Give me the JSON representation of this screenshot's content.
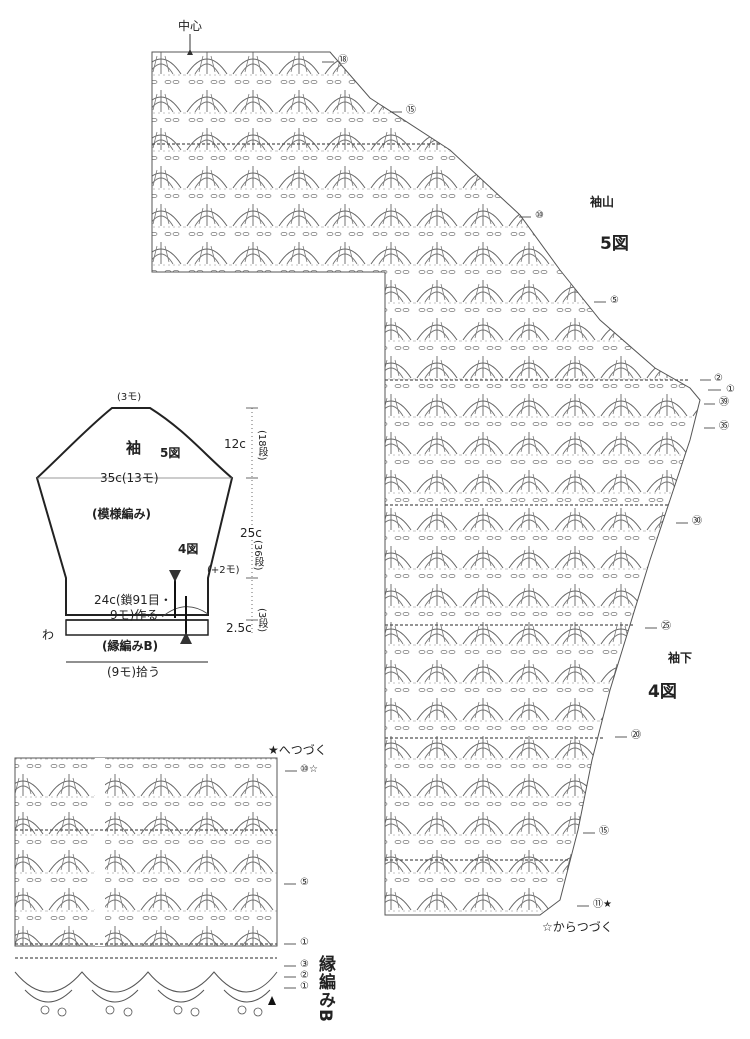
{
  "chart_top": {
    "center_label": "中心",
    "row_markers": [
      {
        "n": "⑱"
      },
      {
        "n": "⑮"
      },
      {
        "n": "⑩"
      },
      {
        "n": "⑤"
      },
      {
        "n": "②"
      },
      {
        "n": "①"
      },
      {
        "n": "㊴"
      },
      {
        "n": "㉟"
      },
      {
        "n": "㉚"
      },
      {
        "n": "㉕"
      },
      {
        "n": "⑳"
      },
      {
        "n": "⑮"
      },
      {
        "n": "⑪★"
      }
    ],
    "sleeve_cap_title": "袖山",
    "sleeve_cap_fig": "5図",
    "underarm_title": "袖下",
    "underarm_fig": "4図",
    "continue_from": "☆からつづく"
  },
  "schematic": {
    "top_width": "(3モ)",
    "title": "袖",
    "title_fig": "5図",
    "width_mid": "35c(13モ)",
    "pattern_label": "(模様編み)",
    "body_fig": "4図",
    "start_line1": "24c(鎖91目・",
    "start_line2": "9モ)作る",
    "ring_label": "わ",
    "edging_label": "(縁編みB)",
    "pickup_label": "(9モ)拾う",
    "dim_cap": "12c",
    "dim_cap_rows": "(18段)",
    "dim_body": "25c",
    "dim_body_rows": "(36段)",
    "dim_increase": "(+2モ)",
    "dim_edge": "2.5c",
    "dim_edge_rows": "(3段)"
  },
  "chart_bottom": {
    "continue_to": "★へつづく",
    "row_markers": [
      {
        "n": "⑩☆"
      },
      {
        "n": "⑤"
      },
      {
        "n": "①"
      },
      {
        "n": "③"
      },
      {
        "n": "②"
      },
      {
        "n": "①"
      }
    ],
    "edging_title": "縁編みB"
  },
  "colors": {
    "ink": "#222222",
    "chart": "#555555"
  }
}
